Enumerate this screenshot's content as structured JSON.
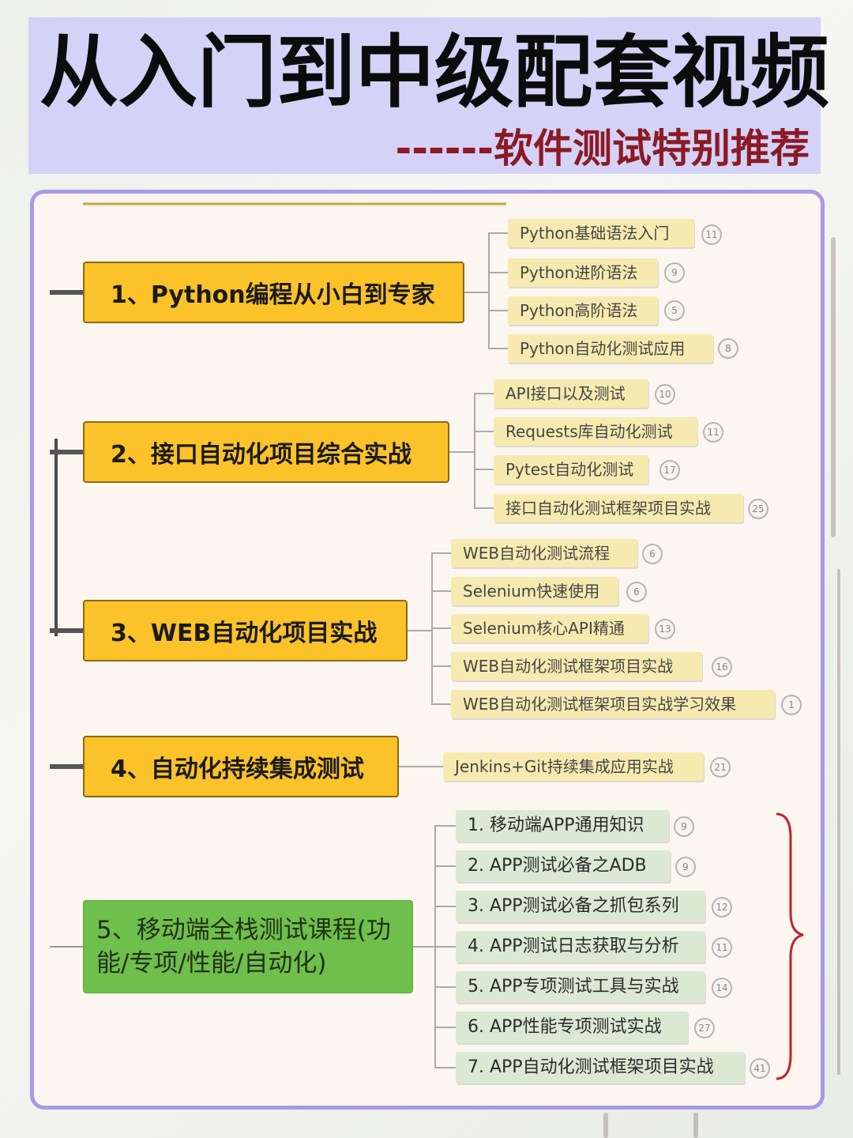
{
  "header": {
    "title": "从入门到中级配套视频",
    "subtitle": "------软件测试特别推荐"
  },
  "branches": [
    {
      "label": "1、Python编程从小白到专家",
      "items": [
        {
          "label": "Python基础语法入门",
          "count": "11"
        },
        {
          "label": "Python进阶语法",
          "count": "9"
        },
        {
          "label": "Python高阶语法",
          "count": "5"
        },
        {
          "label": "Python自动化测试应用",
          "count": "8"
        }
      ]
    },
    {
      "label": "2、接口自动化项目综合实战",
      "items": [
        {
          "label": "API接口以及测试",
          "count": "10"
        },
        {
          "label": "Requests库自动化测试",
          "count": "11"
        },
        {
          "label": "Pytest自动化测试",
          "count": "17"
        },
        {
          "label": "接口自动化测试框架项目实战",
          "count": "25"
        }
      ]
    },
    {
      "label": "3、WEB自动化项目实战",
      "items": [
        {
          "label": "WEB自动化测试流程",
          "count": "6"
        },
        {
          "label": "Selenium快速使用",
          "count": "6"
        },
        {
          "label": "Selenium核心API精通",
          "count": "13"
        },
        {
          "label": "WEB自动化测试框架项目实战",
          "count": "16"
        },
        {
          "label": "WEB自动化测试框架项目实战学习效果",
          "count": "1"
        }
      ]
    },
    {
      "label": "4、自动化持续集成测试",
      "items": [
        {
          "label": "Jenkins+Git持续集成应用实战",
          "count": "21"
        }
      ]
    },
    {
      "label": "5、移动端全栈测试课程(功能/专项/性能/自动化)",
      "items": [
        {
          "label": "1. 移动端APP通用知识",
          "count": "9"
        },
        {
          "label": "2. APP测试必备之ADB",
          "count": "9"
        },
        {
          "label": "3. APP测试必备之抓包系列",
          "count": "12"
        },
        {
          "label": "4. APP测试日志获取与分析",
          "count": "11"
        },
        {
          "label": "5. APP专项测试工具与实战",
          "count": "14"
        },
        {
          "label": "6. APP性能专项测试实战",
          "count": "27"
        },
        {
          "label": "7. APP自动化测试框架项目实战",
          "count": "41"
        }
      ]
    }
  ],
  "colors": {
    "main_node": "#fbc22a",
    "main_node_green": "#6ebf4b",
    "sub_node": "#f7eab0",
    "sub_node_green": "#dbe9d4",
    "card_border": "#a89ae6",
    "bracket": "#c0232b"
  }
}
